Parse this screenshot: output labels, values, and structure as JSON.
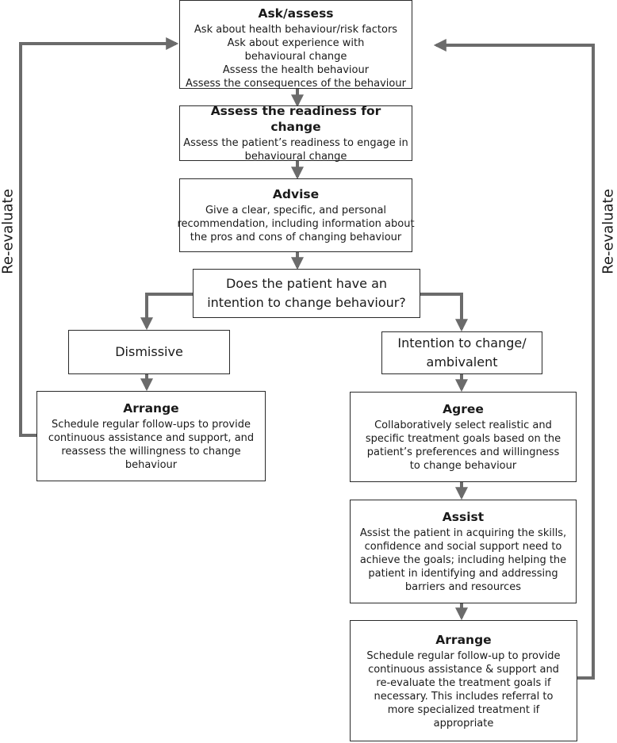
{
  "ask": {
    "title": "Ask/assess",
    "lines": [
      "Ask about health behaviour/risk factors",
      "Ask about experience with",
      "behavioural change",
      "Assess the health behaviour",
      "Assess the consequences of the behaviour"
    ]
  },
  "readiness": {
    "title": "Assess the readiness for change",
    "lines": [
      "Assess the patient’s readiness to engage in",
      "behavioural change"
    ]
  },
  "advise": {
    "title": "Advise",
    "lines": [
      "Give a clear, specific, and personal",
      "recommendation, including information about",
      "the pros and cons of changing behaviour"
    ]
  },
  "decision": {
    "lines": [
      "Does the patient have an",
      "intention to change behaviour?"
    ]
  },
  "dismissive": {
    "label": "Dismissive"
  },
  "intention": {
    "lines": [
      "Intention to change/",
      "ambivalent"
    ]
  },
  "arrange_left": {
    "title": "Arrange",
    "lines": [
      "Schedule regular follow-ups to provide",
      "continuous assistance and support, and",
      "reassess the willingness to change",
      "behaviour"
    ]
  },
  "agree": {
    "title": "Agree",
    "lines": [
      "Collaboratively select realistic and",
      "specific treatment goals based on the",
      "patient’s preferences and willingness",
      "to change behaviour"
    ]
  },
  "assist": {
    "title": "Assist",
    "lines": [
      "Assist the patient in acquiring the skills,",
      "confidence and social support need to",
      "achieve the goals; including helping the",
      "patient in identifying and addressing",
      "barriers and resources"
    ]
  },
  "arrange_right": {
    "title": "Arrange",
    "lines": [
      "Schedule regular follow-up to provide",
      "continuous assistance & support and",
      "re-evaluate the treatment goals if",
      "necessary. This includes referral to",
      "more specialized treatment if",
      "appropriate"
    ]
  },
  "loops": {
    "left_label": "Re-evaluate",
    "right_label": "Re-evaluate"
  },
  "colors": {
    "arrow": "#6b6b6b",
    "border": "#2a2a2a",
    "text": "#1a1a1a"
  }
}
